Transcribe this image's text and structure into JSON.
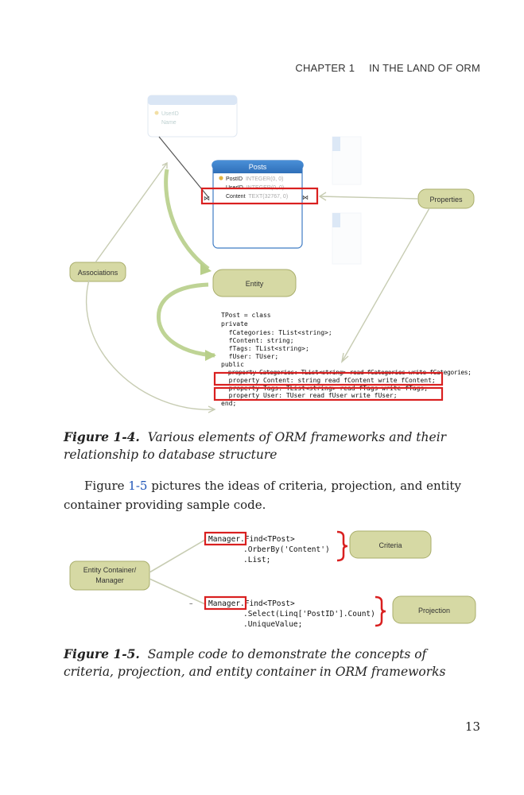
{
  "header": {
    "chapter": "CHAPTER 1",
    "title": "IN THE LAND OF ORM"
  },
  "figure4": {
    "posts_title": "Posts",
    "fields": [
      {
        "name": "PostID",
        "type": "INTEGER(0, 0)"
      },
      {
        "name": "UserID",
        "type": "INTEGER(0, 0)"
      },
      {
        "name": "Content",
        "type": "TEXT(32767, 0)"
      }
    ],
    "users_fields": [
      "UserID",
      "Name"
    ],
    "labels": {
      "properties": "Properties",
      "associations": "Associations",
      "entity": "Entity"
    },
    "code": [
      "TPost = class",
      "private",
      "  fCategories: TList<string>;",
      "  fContent: string;",
      "  fTags: TList<string>;",
      "  fUser: TUser;",
      "public",
      "  property Categories: TList<string> read fCategories write fCategories;",
      "  property Content: string read fContent write fContent;",
      "  property Tags: TList<string> read fTags write fTags;",
      "  property User: TUser read fUser write fUser;",
      "end;"
    ],
    "caption_label": "Figure 1-4.",
    "caption_text": "Various elements of ORM frameworks and their relationship to database structure"
  },
  "paragraph": {
    "before": "Figure ",
    "link": "1-5",
    "after": " pictures the ideas of criteria, projection, and entity container providing sample code."
  },
  "figure5": {
    "container_line1": "Entity Container/",
    "container_line2": "Manager",
    "criteria": "Criteria",
    "projection": "Projection",
    "code1": [
      "Manager.Find<TPost>",
      ".OrberBy('Content')",
      ".List;"
    ],
    "code2": [
      "Manager.Find<TPost>",
      ".Select(Linq['PostID'].Count)",
      ".UniqueValue;"
    ],
    "caption_label": "Figure 1-5.",
    "caption_text": "Sample code to demonstrate the concepts of criteria, projection, and entity container in ORM frameworks"
  },
  "page_number": "13"
}
